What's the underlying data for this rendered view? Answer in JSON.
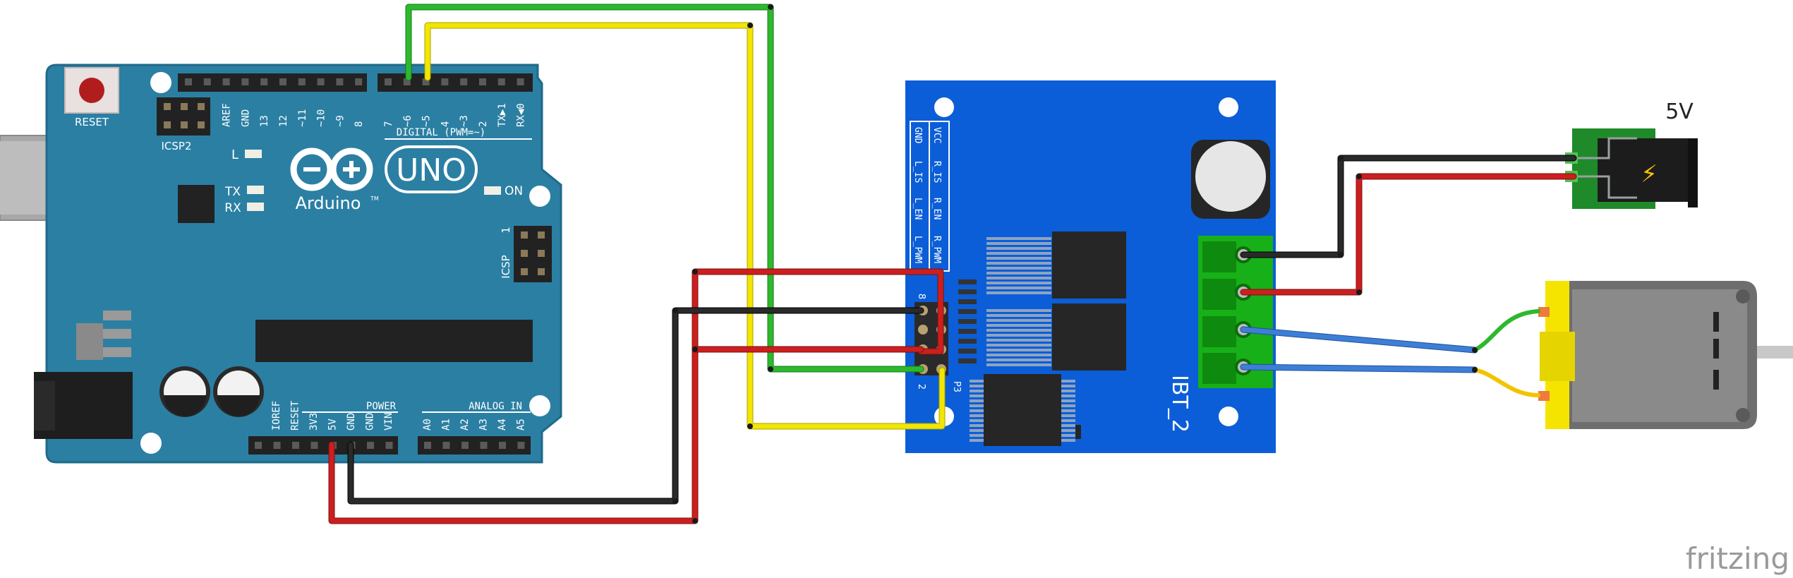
{
  "arduino": {
    "brand": "Arduino",
    "brand_tm": "TM",
    "model": "UNO",
    "reset_label": "RESET",
    "icsp2_label": "ICSP2",
    "icsp_label": "ICSP",
    "icsp_pin1": "1",
    "led_l": "L",
    "led_tx": "TX",
    "led_rx": "RX",
    "led_on": "ON",
    "digital_label": "DIGITAL (PWM=~)",
    "power_label": "POWER",
    "analog_label": "ANALOG IN",
    "digital_pins": [
      "AREF",
      "GND",
      "13",
      "12",
      "~11",
      "~10",
      "~9",
      "8",
      "7",
      "~6",
      "~5",
      "4",
      "~3",
      "2",
      "TX▶1",
      "RX◀0"
    ],
    "power_pins": [
      "IOREF",
      "RESET",
      "3V3",
      "5V",
      "GND",
      "GND",
      "VIN"
    ],
    "analog_pins": [
      "A0",
      "A1",
      "A2",
      "A3",
      "A4",
      "A5"
    ]
  },
  "driver": {
    "name": "IBT_2",
    "header_left": [
      "GND",
      "L_IS",
      "L_EN",
      "L_PWM"
    ],
    "header_right": [
      "VCC",
      "R_IS",
      "R_EN",
      "R_PWM"
    ],
    "pin_label_top": "8",
    "pin_label_bottom": "2",
    "conn_label": "P3"
  },
  "power_supply": {
    "label": "5V",
    "bolt": "⚡"
  },
  "watermark": {
    "text": "fritzing"
  },
  "colors": {
    "arduino_board": "#2b7fa3",
    "driver_board": "#0b5ed7",
    "wire_red": "#cc1f1f",
    "wire_black": "#1f1f1f",
    "wire_yellow": "#f2e600",
    "wire_green": "#2eb82e",
    "wire_blue": "#3d7fd6"
  }
}
